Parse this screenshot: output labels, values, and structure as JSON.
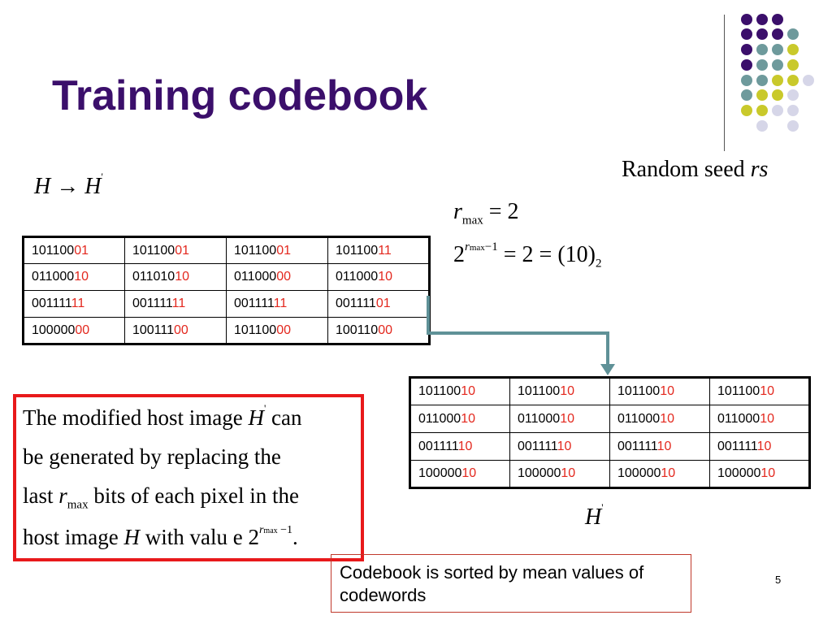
{
  "slide": {
    "title": "Training codebook",
    "page_number": "5"
  },
  "mapping": {
    "left": "H",
    "arrow": "→",
    "right": "H",
    "prime": "'"
  },
  "seed": {
    "text": "Random seed ",
    "var": "rs"
  },
  "formula1": {
    "r": "r",
    "sub": "max",
    "rest": "= 2"
  },
  "formula2": {
    "base": "2",
    "sup_r": "r",
    "sup_sub": "max",
    "sup_rest": "−1",
    "rest": "= 2 = (10)",
    "sub": "2"
  },
  "table_original": [
    [
      {
        "a": "101100",
        "b": "01"
      },
      {
        "a": "101100",
        "b": "01"
      },
      {
        "a": "101100",
        "b": "01"
      },
      {
        "a": "101100",
        "b": "11"
      }
    ],
    [
      {
        "a": "011000",
        "b": "10"
      },
      {
        "a": "011010",
        "b": "10"
      },
      {
        "a": "011000",
        "b": "00"
      },
      {
        "a": "011000",
        "b": "10"
      }
    ],
    [
      {
        "a": "001111",
        "b": "11"
      },
      {
        "a": "001111",
        "b": "11"
      },
      {
        "a": "001111",
        "b": "11"
      },
      {
        "a": "001111",
        "b": "01"
      }
    ],
    [
      {
        "a": "100000",
        "b": "00"
      },
      {
        "a": "100111",
        "b": "00"
      },
      {
        "a": "101100",
        "b": "00"
      },
      {
        "a": "100110",
        "b": "00"
      }
    ]
  ],
  "table_modified": [
    [
      {
        "a": "101100",
        "b": "10"
      },
      {
        "a": "101100",
        "b": "10"
      },
      {
        "a": "101100",
        "b": "10"
      },
      {
        "a": "101100",
        "b": "10"
      }
    ],
    [
      {
        "a": "011000",
        "b": "10"
      },
      {
        "a": "011000",
        "b": "10"
      },
      {
        "a": "011000",
        "b": "10"
      },
      {
        "a": "011000",
        "b": "10"
      }
    ],
    [
      {
        "a": "001111",
        "b": "10"
      },
      {
        "a": "001111",
        "b": "10"
      },
      {
        "a": "001111",
        "b": "10"
      },
      {
        "a": "001111",
        "b": "10"
      }
    ],
    [
      {
        "a": "100000",
        "b": "10"
      },
      {
        "a": "100000",
        "b": "10"
      },
      {
        "a": "100000",
        "b": "10"
      },
      {
        "a": "100000",
        "b": "10"
      }
    ]
  ],
  "table_modified_label": {
    "var": "H",
    "prime": "'"
  },
  "explanation": {
    "l1_a": "The modified host image ",
    "l1_var": "H",
    "l1_prime": "'",
    "l1_b": " can",
    "l2": "be generated by replacing the",
    "l3_a": "last ",
    "l3_r": "r",
    "l3_sub": "max",
    "l3_b": " bits of each pixel in the",
    "l4_a": "host image ",
    "l4_var": "H",
    "l4_b": " with valu e 2",
    "l4_sup_r": "r",
    "l4_sup_sub": "max",
    "l4_sup_rest": " −1",
    "l4_c": "."
  },
  "note": "Codebook is sorted by mean values of codewords",
  "colors": {
    "title": "#3b0f6b",
    "accent_red": "#e3281e",
    "arrow": "#5f9197",
    "dot_purple": "#3b0f6b",
    "dot_teal": "#6e9a9c",
    "dot_yellow": "#c9c92b",
    "dot_lavender": "#d6d6e8"
  }
}
